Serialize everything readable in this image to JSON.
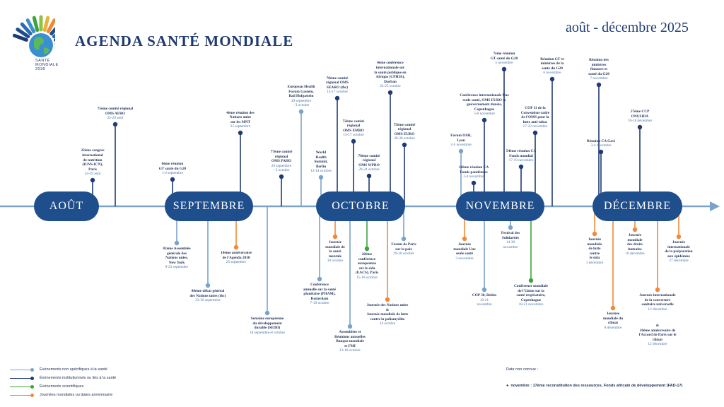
{
  "header": {
    "title": "AGENDA  SANTÉ MONDIALE",
    "period": "août - décembre 2025",
    "logo_line1": "SANTÉ",
    "logo_line2": "MONDIALE",
    "logo_line3": "2030"
  },
  "colors": {
    "primary": "#1f4e8c",
    "non_specific": "#7aa3c9",
    "institutional": "#1f3b73",
    "scientific": "#3ca33c",
    "awareness": "#f08a3a",
    "axis": "#7aa3c9"
  },
  "months": [
    {
      "id": "aout",
      "label": "AOÛT"
    },
    {
      "id": "septembre",
      "label": "SEPTEMBRE"
    },
    {
      "id": "octobre",
      "label": "OCTOBRE"
    },
    {
      "id": "novembre",
      "label": "NOVEMBRE"
    },
    {
      "id": "decembre",
      "label": "DÉCEMBRE"
    }
  ],
  "events": [
    {
      "id": "e1",
      "name": "23ème congrès\ninternational\nde nutrition\n(IUNS-ICN),\nParis",
      "date": "24-29 août",
      "category": "institutional"
    },
    {
      "id": "e2",
      "name": "75ème comité régional\nOMS AFRO",
      "date": "25-29 août",
      "category": "institutional"
    },
    {
      "id": "e3",
      "name": "6ème réunion\nGT santé du G20",
      "date": "1-2 septembre",
      "category": "institutional"
    },
    {
      "id": "e4",
      "name": "4ème réunion des\nNations unies\nsur les MNT",
      "date": "25 septembre",
      "category": "institutional"
    },
    {
      "id": "e5",
      "name": "77ème comité\nrégional\nOMS PAHO",
      "date": "29 septembre\n- 3 octobre",
      "category": "institutional"
    },
    {
      "id": "e6",
      "name": "European Health\nForum Gastein,\nBad Hofgastein",
      "date": "30 septembre\n- 3 octobre",
      "category": "non_specific"
    },
    {
      "id": "e7",
      "name": "World\nHealth\nSummit,\nBerlin",
      "date": "12-14 octobre",
      "category": "non_specific"
    },
    {
      "id": "e8",
      "name": "78ème comité\nrégional OMS\nSEARO (tbc)",
      "date": "14-17 octobre",
      "category": "institutional"
    },
    {
      "id": "e9",
      "name": "72ème comité\nrégional\nOMS EMRO",
      "date": "15-17 octobre",
      "category": "institutional"
    },
    {
      "id": "e10",
      "name": "76ème comité\nrégional\nOMS WPRO",
      "date": "20-24 octobre",
      "category": "institutional"
    },
    {
      "id": "e11",
      "name": "4ème conférence\ninternationale sur\nla santé publique en\nAfrique (CPHIA),\nDurban",
      "date": "22-25 octobre",
      "category": "institutional"
    },
    {
      "id": "e12",
      "name": "75ème comité\nrégional\nOMS EURO",
      "date": "28-30 octobre",
      "category": "institutional"
    },
    {
      "id": "e13",
      "name": "Forum OSH,\nLyon",
      "date": "2-5 novembre",
      "category": "non_specific"
    },
    {
      "id": "e14",
      "name": "18ème réunion CA\nFonds pandémies",
      "date": "2-4 novembre",
      "category": "institutional"
    },
    {
      "id": "e15",
      "name": "Conférence internationale Une\nseule santé, OMS EURO &\ngouvernement danois,\nCopenhague",
      "date": "5-6 novembre",
      "category": "institutional"
    },
    {
      "id": "e16",
      "name": "7ème réunion\nGT santé du G20",
      "date": "5 novembre",
      "category": "institutional"
    },
    {
      "id": "e17",
      "name": "Réunion GT et\nministres de la\nsanté du G20",
      "date": "6 novembre",
      "category": "institutional"
    },
    {
      "id": "e18",
      "name": "Réunion des\nministres\nfinances et\nsanté du G20",
      "date": "7 novembre",
      "category": "institutional"
    },
    {
      "id": "e19",
      "name": "54ème réunion CA\nFonds mondial",
      "date": "17-19 novembre",
      "category": "institutional"
    },
    {
      "id": "e20",
      "name": "COP 11 de la\nConvention-cadre\nde l'OMS pour la\nlutte anti-tabac",
      "date": "17-22 novembre",
      "category": "institutional"
    },
    {
      "id": "e21",
      "name": "Réunion CA Gavi",
      "date": "3-4 décembre",
      "category": "institutional"
    },
    {
      "id": "e22",
      "name": "57ème CCP\nONUSIDA",
      "date": "16-18 décembre",
      "category": "institutional"
    },
    {
      "id": "e23",
      "name": "82ème Assemblée\ngénérale des\nNations unies,\nNew York",
      "date": "9-23 septembre",
      "category": "non_specific"
    },
    {
      "id": "e24",
      "name": "10ème anniversaire\nde l'Agenda 2030",
      "date": "25 septembre",
      "category": "awareness"
    },
    {
      "id": "e25",
      "name": "80ème débat général\ndes Nations unies (tbc)",
      "date": "23-30 septembre",
      "category": "non_specific"
    },
    {
      "id": "e26",
      "name": "Semaine européenne\ndu développement\ndurable (SEDD)",
      "date": "18 septembre-8 octobre",
      "category": "non_specific"
    },
    {
      "id": "e27",
      "name": "Journée\nmondiale de\nla santé\nmentale",
      "date": "10 octobre",
      "category": "awareness"
    },
    {
      "id": "e28",
      "name": "Conférence\nannuelle sur la santé\nplanétaire (PHAM),\nRotterdam",
      "date": "7-10 octobre",
      "category": "non_specific"
    },
    {
      "id": "e29",
      "name": "20ème\nconférence\neuropéenne\nsur le sida\n(EACS), Paris",
      "date": "15-18 octobre",
      "category": "scientific"
    },
    {
      "id": "e30",
      "name": "Journée des Nations unies\n&\nJournée mondiale de lutte\ncontre la poliomyélite",
      "date": "24 octobre",
      "category": "awareness"
    },
    {
      "id": "e31",
      "name": "Forum de Paris\nsur la paix",
      "date": "29-30 octobre",
      "category": "non_specific"
    },
    {
      "id": "e32",
      "name": "Assemblées et\nRéunions annuelles\nBanque mondiale\net FMI",
      "date": "13-18 octobre",
      "category": "non_specific"
    },
    {
      "id": "e33",
      "name": "Journée\nmondiale Une\nseule santé",
      "date": "3 novembre",
      "category": "awareness"
    },
    {
      "id": "e34",
      "name": "COP 30, Belém",
      "date": "10-21\nnovembre",
      "category": "non_specific"
    },
    {
      "id": "e35",
      "name": "Festival des\nSolidarités",
      "date": "14-30\nnovembre",
      "category": "non_specific"
    },
    {
      "id": "e36",
      "name": "Conférence mondiale\nde l'Union sur la\nsanté respiratoire,\nCopenhague",
      "date": "18-21 novembre",
      "category": "scientific"
    },
    {
      "id": "e37",
      "name": "Journée\nmondiale\nde lutte\ncontre\nle sida",
      "date": "1 décembre",
      "category": "awareness"
    },
    {
      "id": "e38",
      "name": "Journée\nmondiale du\nclimat",
      "date": "8 décembre",
      "category": "awareness"
    },
    {
      "id": "e39",
      "name": "Journée\nmondiale\ndes droits\nhumains",
      "date": "10 décembre",
      "category": "awareness"
    },
    {
      "id": "e40",
      "name": "Journée internationale\nde la couverture\nsanitaire universelle",
      "date": "12 décembre",
      "category": "awareness"
    },
    {
      "id": "e41",
      "name": "&\n10ème anniversaire de\nl'Accord de Paris sur le\nclimat",
      "date": "12 décembre",
      "category": "awareness"
    },
    {
      "id": "e42",
      "name": "Journée\ninternationale\nde la préparation\naux épidémies",
      "date": "27 décembre",
      "category": "awareness"
    }
  ],
  "legend": [
    {
      "label": "Évènements non spécifiques à la santé",
      "category": "non_specific"
    },
    {
      "label": "Évènements institutionnels  ou liés à la santé",
      "category": "institutional"
    },
    {
      "label": "Évènements scientifiques",
      "category": "scientific"
    },
    {
      "label": "Journées mondiales ou dates anniversaire",
      "category": "awareness"
    }
  ],
  "undated": {
    "title": "Date non connue :",
    "items": [
      "novembre : 17ème reconstitution des ressources, Fonds africain de développement (FAD-17)"
    ]
  }
}
